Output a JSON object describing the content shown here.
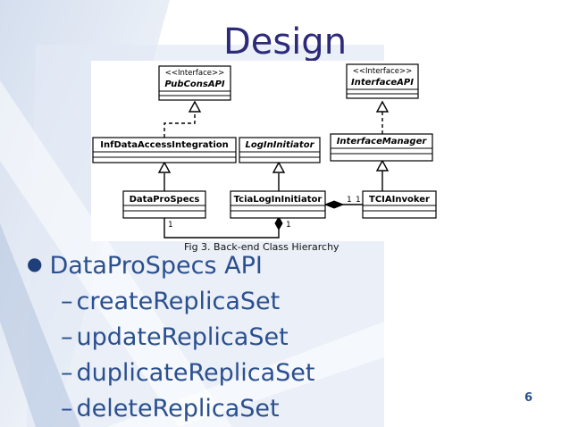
{
  "slide": {
    "title": "Design",
    "caption": "Fig 3. Back-end Class Hierarchy",
    "page_number": "6",
    "bullet": "DataProSpecs API",
    "subbullets": [
      "createReplicaSet",
      "updateReplicaSet",
      "duplicateReplicaSet",
      "deleteReplicaSet"
    ]
  },
  "diagram": {
    "classes": {
      "pubconsapi": {
        "stereotype": "<<Interface>>",
        "name": "PubConsAPI"
      },
      "interfaceapi": {
        "stereotype": "<<Interface>>",
        "name": "InterfaceAPI"
      },
      "infdataaccess": {
        "name": "InfDataAccessIntegration"
      },
      "loginitiator": {
        "name": "LogInInitiator"
      },
      "interfacemanager": {
        "name": "InterfaceManager"
      },
      "dataprospecs": {
        "name": "DataProSpecs"
      },
      "tcialoginitiator": {
        "name": "TciaLogInInitiator"
      },
      "tciainvoker": {
        "name": "TCIAInvoker"
      }
    },
    "multiplicities": {
      "tcia_left": "1",
      "tcia_right": "1",
      "dps_bottom": "1",
      "tcia_bottom": "1"
    }
  },
  "colors": {
    "title": "#2e2a7a",
    "text": "#2b4f8f"
  }
}
